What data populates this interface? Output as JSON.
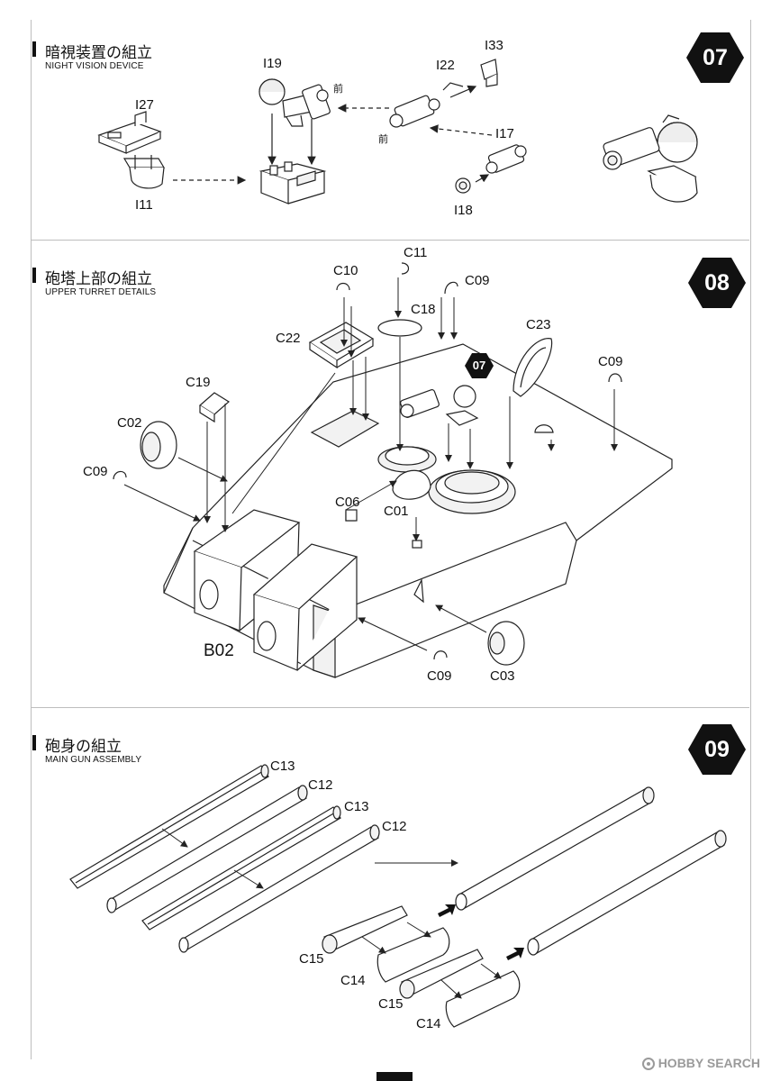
{
  "steps": [
    {
      "number": "07",
      "title_jp": "暗視装置の組立",
      "title_en": "NIGHT VISION DEVICE",
      "parts": [
        "I19",
        "I22",
        "I33",
        "I27",
        "I17",
        "I11",
        "I18"
      ],
      "front_marks": [
        "前",
        "前"
      ]
    },
    {
      "number": "08",
      "title_jp": "砲塔上部の組立",
      "title_en": "UPPER TURRET DETAILS",
      "parts": [
        "C11",
        "C10",
        "C09",
        "C18",
        "C22",
        "C23",
        "C09",
        "C19",
        "C02",
        "C09",
        "C06",
        "C01",
        "B02",
        "C09",
        "C03"
      ],
      "sub_reference": "07"
    },
    {
      "number": "09",
      "title_jp": "砲身の組立",
      "title_en": "MAIN GUN ASSEMBLY",
      "parts": [
        "C13",
        "C12",
        "C13",
        "C12",
        "C15",
        "C14",
        "C15",
        "C14"
      ]
    }
  ],
  "watermark": {
    "text": "HOBBY SEARCH",
    "icon": "hobby-search-logo-icon"
  },
  "colors": {
    "line": "#111111",
    "panel_shade": "#f2f2f2",
    "badge": "#111111",
    "watermark": "#9a9a9a"
  }
}
